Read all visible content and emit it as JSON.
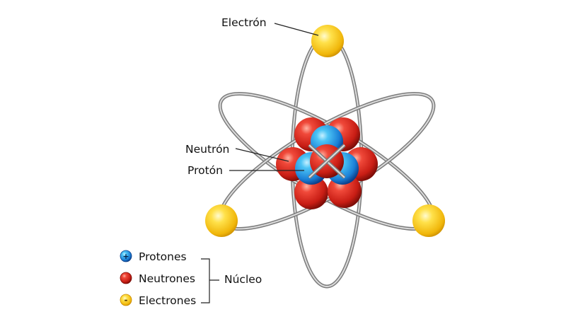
{
  "labels": {
    "electron": "Electrón",
    "neutron": "Neutrón",
    "proton": "Protón"
  },
  "legend": {
    "items": [
      {
        "label": "Protones",
        "symbol": "+",
        "kind": "proton"
      },
      {
        "label": "Neutrones",
        "symbol": "",
        "kind": "neutron"
      },
      {
        "label": "Electrones",
        "symbol": "-",
        "kind": "electron"
      }
    ],
    "group_label": "Núcleo"
  },
  "colors": {
    "proton": "#1e88e5",
    "neutron": "#d7261e",
    "electron": "#f2c20a",
    "orbit": "#8a8a8a"
  }
}
